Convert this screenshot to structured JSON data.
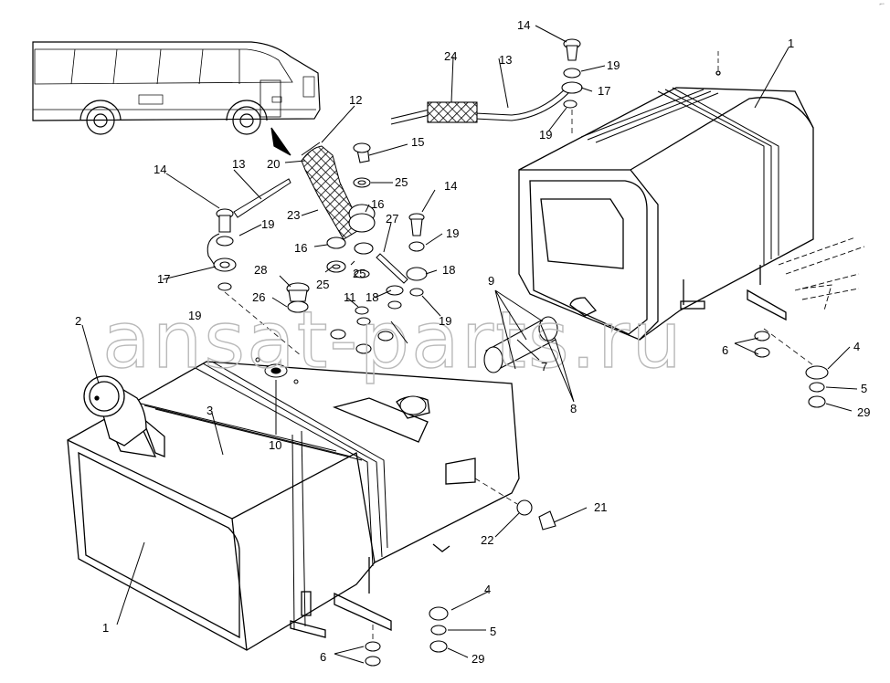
{
  "diagram": {
    "watermark": "ansat-parts.ru",
    "callouts": [
      "1",
      "2",
      "3",
      "4",
      "5",
      "6",
      "7",
      "8",
      "9",
      "10",
      "11",
      "12",
      "13",
      "14",
      "15",
      "16",
      "17",
      "18",
      "19",
      "20",
      "21",
      "22",
      "23",
      "24",
      "25",
      "26",
      "27",
      "28",
      "29"
    ]
  },
  "labels": {
    "c1a": "1",
    "c1b": "1",
    "c2": "2",
    "c3": "3",
    "c4a": "4",
    "c4b": "4",
    "c5a": "5",
    "c5b": "5",
    "c6a": "6",
    "c6b": "6",
    "c7": "7",
    "c8": "8",
    "c9": "9",
    "c10": "10",
    "c11": "11",
    "c12": "12",
    "c13a": "13",
    "c13b": "13",
    "c14a": "14",
    "c14b": "14",
    "c14c": "14",
    "c15": "15",
    "c16a": "16",
    "c16b": "16",
    "c17a": "17",
    "c17b": "17",
    "c18a": "18",
    "c18b": "18",
    "c19a": "19",
    "c19b": "19",
    "c19c": "19",
    "c19d": "19",
    "c19e": "19",
    "c19f": "19",
    "c20": "20",
    "c21": "21",
    "c22": "22",
    "c23": "23",
    "c24": "24",
    "c25a": "25",
    "c25b": "25",
    "c25c": "25",
    "c26": "26",
    "c27": "27",
    "c28": "28",
    "c29a": "29",
    "c29b": "29"
  },
  "colors": {
    "line": "#000000",
    "watermark": "#b9b9b9",
    "background": "#ffffff"
  }
}
